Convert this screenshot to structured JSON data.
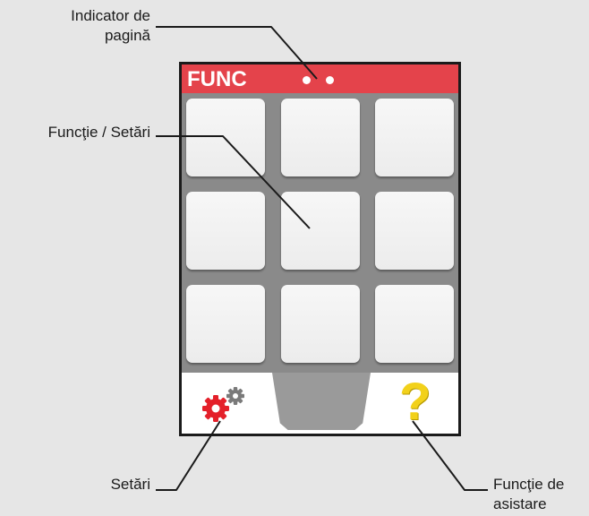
{
  "callouts": {
    "page_indicator_line1": "Indicator de",
    "page_indicator_line2": "pagină",
    "function_settings": "Funcţie / Setări",
    "settings": "Setări",
    "help_line1": "Funcţie de",
    "help_line2": "asistare"
  },
  "screen": {
    "title": "FUNC",
    "page_dots": 2,
    "tile_count": 9
  },
  "icons": {
    "settings": "gears-icon",
    "help": "question-mark-icon",
    "help_glyph": "?"
  },
  "colors": {
    "header": "#e4434b",
    "settings_gear": "#e4202a",
    "help": "#f2d11b"
  }
}
